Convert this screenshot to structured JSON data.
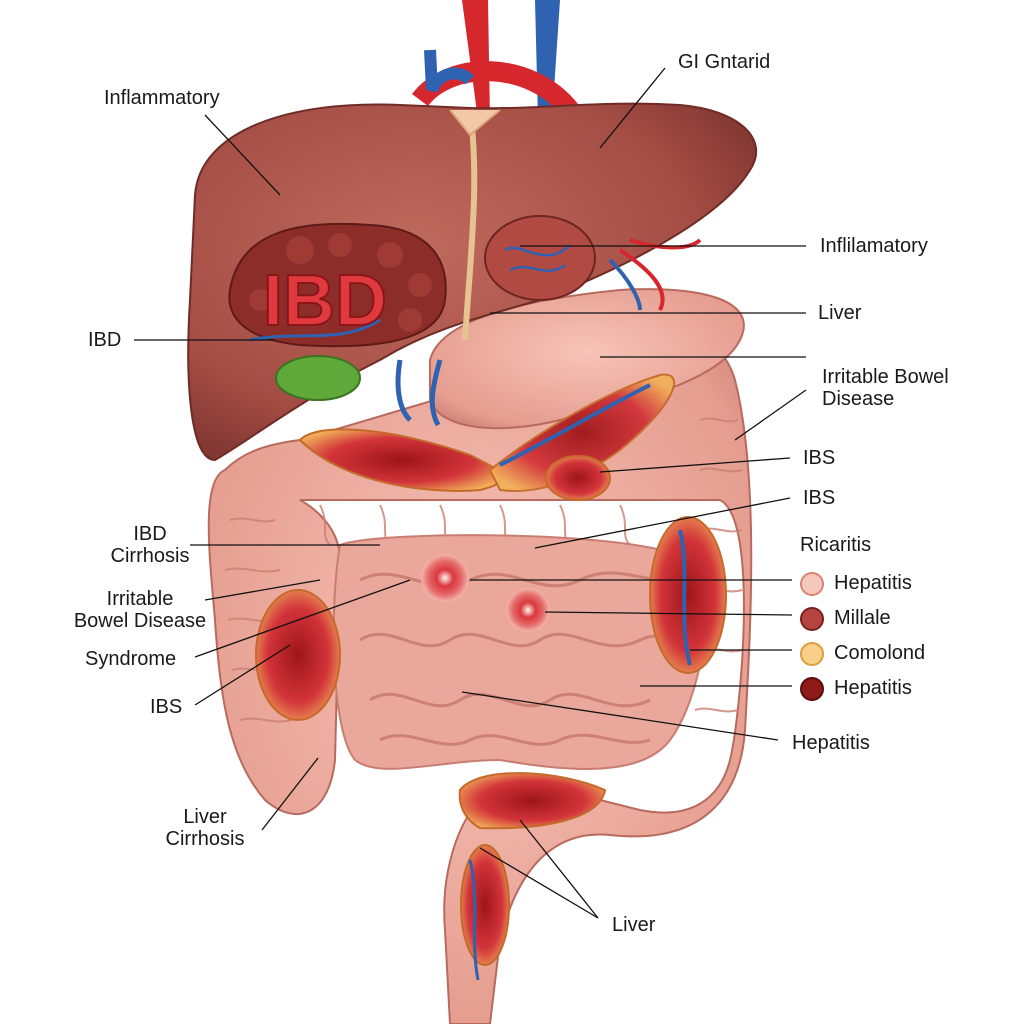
{
  "labels": {
    "inflammatory_top": "Inflammatory",
    "gi_gntarid": "GI Gntarid",
    "inflamatory_right": "Inflilamatory",
    "liver_right": "Liver",
    "irritable_bowel_disease_right": "Irritable Bowel\nDisease",
    "ibs_right_1": "IBS",
    "ibs_right_2": "IBS",
    "ibd_left": "IBD",
    "ibd_cirrhosis": "IBD\nCirrhosis",
    "irritable_bowel_disease_left": "Irritable\nBowel Disease",
    "syndrome": "Syndrome",
    "ibs_left": "IBS",
    "liver_cirrhosis": "Liver\nCirrhosis",
    "hepatitis_right": "Hepatitis",
    "liver_bottom": "Liver",
    "ibd_organ_text": "IBD"
  },
  "legend": {
    "title": "Ricaritis",
    "items": [
      {
        "label": "Hepatitis",
        "color": "#f6c7bd",
        "border": "#d9826f"
      },
      {
        "label": "Millale",
        "color": "#b5433f",
        "border": "#7a2020"
      },
      {
        "label": "Comolond",
        "color": "#f8d08a",
        "border": "#e29b3a"
      },
      {
        "label": "Hepatitis",
        "color": "#8f1a1a",
        "border": "#5a0c0c"
      }
    ]
  },
  "colors": {
    "liver": "#a44d44",
    "intestine": "#e9a79a",
    "artery": "#d6282c",
    "vein": "#2f62b0",
    "gallbladder": "#5fa83a",
    "inflamed": "#c3262a",
    "yellow_tissue": "#f0b45a"
  }
}
